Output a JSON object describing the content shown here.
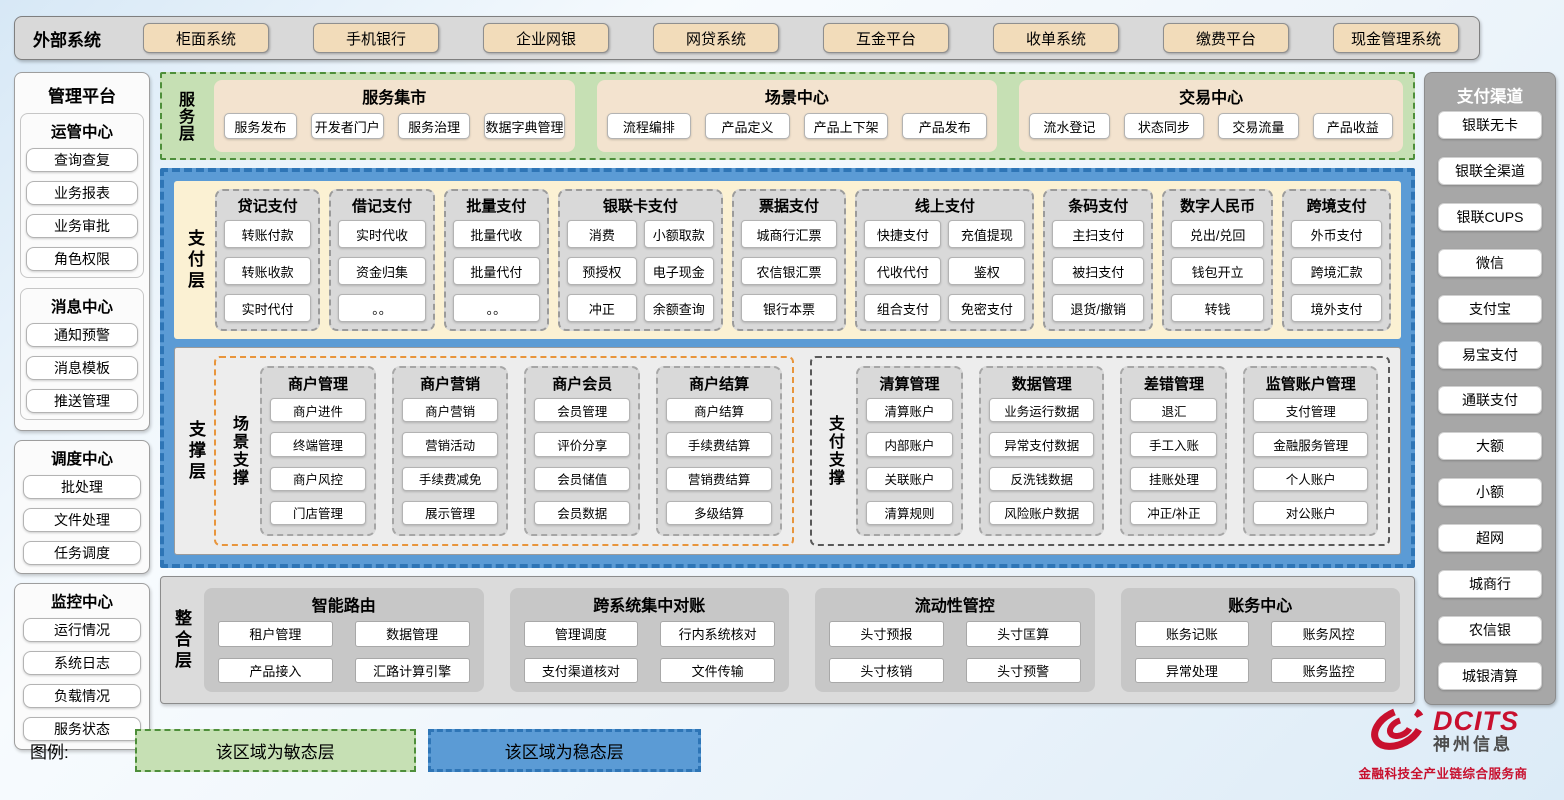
{
  "external": {
    "label": "外部系统",
    "systems": [
      "柜面系统",
      "手机银行",
      "企业网银",
      "网贷系统",
      "互金平台",
      "收单系统",
      "缴费平台",
      "现金管理系统"
    ]
  },
  "management": {
    "title": "管理平台",
    "groups": [
      {
        "title": "运管中心",
        "items": [
          "查询查复",
          "业务报表",
          "业务审批",
          "角色权限"
        ]
      },
      {
        "title": "消息中心",
        "items": [
          "通知预警",
          "消息模板",
          "推送管理"
        ]
      }
    ],
    "standalone": [
      {
        "title": "调度中心",
        "items": [
          "批处理",
          "文件处理",
          "任务调度"
        ]
      },
      {
        "title": "监控中心",
        "items": [
          "运行情况",
          "系统日志",
          "负载情况",
          "服务状态"
        ]
      }
    ]
  },
  "service_layer": {
    "label": "服务层",
    "groups": [
      {
        "title": "服务集市",
        "items": [
          "服务发布",
          "开发者门户",
          "服务治理",
          "数据字典管理"
        ]
      },
      {
        "title": "场景中心",
        "items": [
          "流程编排",
          "产品定义",
          "产品上下架",
          "产品发布"
        ]
      },
      {
        "title": "交易中心",
        "items": [
          "流水登记",
          "状态同步",
          "交易流量",
          "产品收益"
        ]
      }
    ]
  },
  "payment_layer": {
    "label": "支付层",
    "columns": [
      {
        "title": "贷记支付",
        "items": [
          "转账付款",
          "转账收款",
          "实时代付"
        ]
      },
      {
        "title": "借记支付",
        "items": [
          "实时代收",
          "资金归集",
          "。。"
        ]
      },
      {
        "title": "批量支付",
        "items": [
          "批量代收",
          "批量代付",
          "。。"
        ]
      },
      {
        "title": "银联卡支付",
        "items": [
          "消费",
          "小额取款",
          "预授权",
          "电子现金",
          "冲正",
          "余额查询"
        ]
      },
      {
        "title": "票据支付",
        "items": [
          "城商行汇票",
          "农信银汇票",
          "银行本票"
        ]
      },
      {
        "title": "线上支付",
        "items": [
          "快捷支付",
          "充值提现",
          "代收代付",
          "鉴权",
          "组合支付",
          "免密支付"
        ]
      },
      {
        "title": "条码支付",
        "items": [
          "主扫支付",
          "被扫支付",
          "退货/撤销"
        ]
      },
      {
        "title": "数字人民币",
        "items": [
          "兑出/兑回",
          "钱包开立",
          "转钱"
        ]
      },
      {
        "title": "跨境支付",
        "items": [
          "外币支付",
          "跨境汇款",
          "境外支付"
        ]
      }
    ]
  },
  "support_layer": {
    "label": "支撑层",
    "sections": [
      {
        "label": "场景支撑",
        "columns": [
          {
            "title": "商户管理",
            "items": [
              "商户进件",
              "终端管理",
              "商户风控",
              "门店管理"
            ]
          },
          {
            "title": "商户营销",
            "items": [
              "商户营销",
              "营销活动",
              "手续费减免",
              "展示管理"
            ]
          },
          {
            "title": "商户会员",
            "items": [
              "会员管理",
              "评价分享",
              "会员储值",
              "会员数据"
            ]
          },
          {
            "title": "商户结算",
            "items": [
              "商户结算",
              "手续费结算",
              "营销费结算",
              "多级结算"
            ]
          }
        ]
      },
      {
        "label": "支付支撑",
        "columns": [
          {
            "title": "清算管理",
            "items": [
              "清算账户",
              "内部账户",
              "关联账户",
              "清算规则"
            ]
          },
          {
            "title": "数据管理",
            "items": [
              "业务运行数据",
              "异常支付数据",
              "反洗钱数据",
              "风险账户数据"
            ]
          },
          {
            "title": "差错管理",
            "items": [
              "退汇",
              "手工入账",
              "挂账处理",
              "冲正/补正"
            ]
          },
          {
            "title": "监管账户管理",
            "items": [
              "支付管理",
              "金融服务管理",
              "个人账户",
              "对公账户"
            ]
          }
        ]
      }
    ]
  },
  "integration_layer": {
    "label": "整合层",
    "groups": [
      {
        "title": "智能路由",
        "items": [
          "租户管理",
          "数据管理",
          "产品接入",
          "汇路计算引擎"
        ]
      },
      {
        "title": "跨系统集中对账",
        "items": [
          "管理调度",
          "行内系统核对",
          "支付渠道核对",
          "文件传输"
        ]
      },
      {
        "title": "流动性管控",
        "items": [
          "头寸预报",
          "头寸匡算",
          "头寸核销",
          "头寸预警"
        ]
      },
      {
        "title": "账务中心",
        "items": [
          "账务记账",
          "账务风控",
          "异常处理",
          "账务监控"
        ]
      }
    ]
  },
  "channels": {
    "title": "支付渠道",
    "items": [
      "银联无卡",
      "银联全渠道",
      "银联CUPS",
      "微信",
      "支付宝",
      "易宝支付",
      "通联支付",
      "大额",
      "小额",
      "超网",
      "城商行",
      "农信银",
      "城银清算"
    ]
  },
  "legend": {
    "label": "图例:",
    "agile": "该区域为敏态层",
    "stable": "该区域为稳态层"
  },
  "logo": {
    "brand": "DCITS",
    "name": "神州信息",
    "tagline": "金融科技全产业链综合服务商"
  },
  "colors": {
    "agile_green": "#c6e0b4",
    "agile_green_border": "#4e8f3a",
    "stable_blue": "#5b9bd5",
    "stable_blue_border": "#2e75b6",
    "tan_node": "#f2dcba",
    "cream_payment": "#fbf1d3",
    "gray_column": "#d9d9d9",
    "scene_orange_border": "#e8953c",
    "brand_red": "#c8102e"
  }
}
